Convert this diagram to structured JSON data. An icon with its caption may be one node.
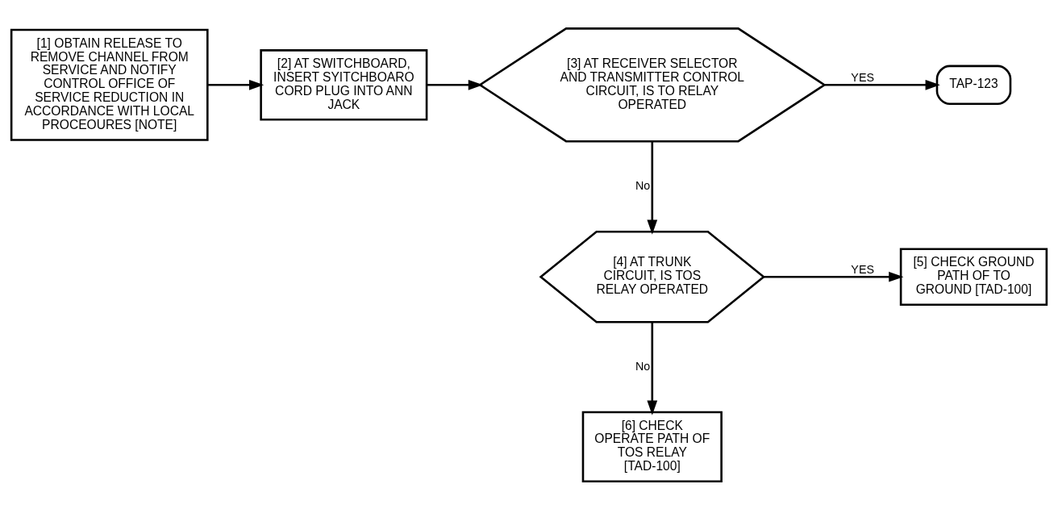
{
  "diagram": {
    "nodes": [
      {
        "text": [
          "[1] OBTAIN RELEASE TO REMOVE CHANNEL FROM SERVICE AND NOTIFY CONTROL OFFICE OF SERVICE REDUCTION IN ACCORDANCE WITH LOCAL PROCEOURES [NOTE]"
        ]
      },
      {
        "text": [
          "[2] AT SWITCHBOARD, INSERT SYITCHBOARO CORD PLUG INTO ANN JACK"
        ]
      },
      {
        "text": [
          "[3] AT RECEIVER SELECTOR AND TRANSMITTER CONTROL CIRCUIT, IS TO RELAY OPERATED"
        ]
      },
      {
        "text": [
          "TAP-123"
        ]
      },
      {
        "text": [
          "[4] AT TRUNK CIRCUIT, IS TOS RELAY OPERATED"
        ]
      },
      {
        "text": [
          "[5] CHECK GROUND PATH OF TO GROUND [TAD-100]"
        ]
      },
      {
        "text": [
          "[6] CHECK OPERATE PATH OF TOS RELAY [TAD-100]"
        ]
      }
    ],
    "edges": [
      {
        "from": 0,
        "to": 1,
        "arrow": "to"
      },
      {
        "from": 1,
        "to": 2,
        "arrow": "to"
      },
      {
        "from": 2,
        "to": 3,
        "arrow": "to",
        "label": "YES"
      },
      {
        "from": 2,
        "to": 4,
        "arrow": "to",
        "label": "No"
      },
      {
        "from": 4,
        "to": 5,
        "arrow": "to",
        "label": "YES"
      },
      {
        "from": 4,
        "to": 6,
        "arrow": "to",
        "label": "No"
      }
    ]
  }
}
